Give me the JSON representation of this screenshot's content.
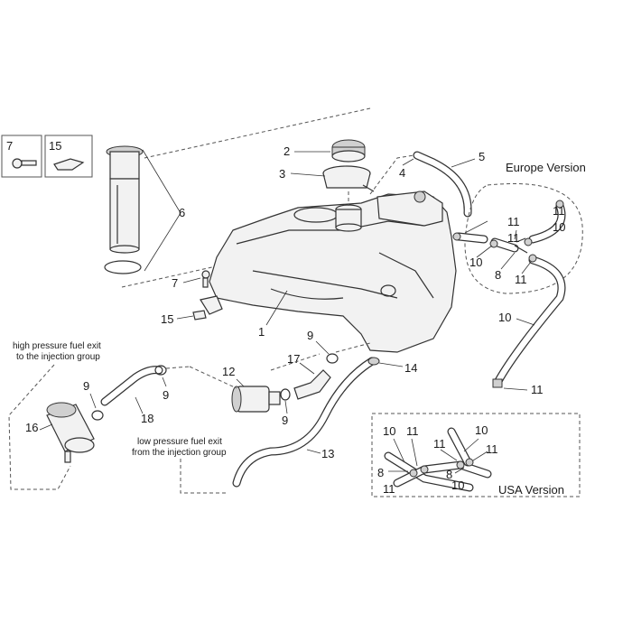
{
  "labels": {
    "n2": "2",
    "n3": "3",
    "n4": "4",
    "n5": "5",
    "n6": "6",
    "n7a": "7",
    "n7b": "7",
    "n15a": "15",
    "n15b": "15",
    "n1": "1",
    "n9a": "9",
    "n9b": "9",
    "n9c": "9",
    "n9d": "9",
    "n12": "12",
    "n13": "13",
    "n14": "14",
    "n16": "16",
    "n17": "17",
    "n18": "18",
    "n8a": "8",
    "n8b": "8",
    "n8c": "8",
    "n10a": "10",
    "n10b": "10",
    "n10c": "10",
    "n10d": "10",
    "n10e": "10",
    "n10f": "10",
    "n11a": "11",
    "n11b": "11",
    "n11c": "11",
    "n11d": "11",
    "n11e": "11",
    "n11f": "11",
    "n11g": "11",
    "n11h": "11",
    "n11i": "11"
  },
  "captions": {
    "high_line1": "high pressure fuel exit",
    "high_line2": "to the injection group",
    "low_line1": "low pressure fuel exit",
    "low_line2": "from the injection group"
  },
  "versions": {
    "europe": "Europe Version",
    "usa": "USA Version"
  }
}
